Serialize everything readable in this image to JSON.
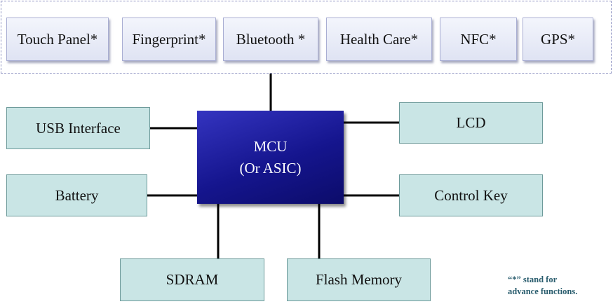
{
  "diagram": {
    "advanced_functions": [
      {
        "id": "touch-panel",
        "label": "Touch Panel*"
      },
      {
        "id": "fingerprint",
        "label": "Fingerprint*"
      },
      {
        "id": "bluetooth",
        "label": "Bluetooth *"
      },
      {
        "id": "health-care",
        "label": "Health Care*"
      },
      {
        "id": "nfc",
        "label": "NFC*"
      },
      {
        "id": "gps",
        "label": "GPS*"
      }
    ],
    "mcu": {
      "line1": "MCU",
      "line2": "(Or ASIC)"
    },
    "modules": {
      "usb_interface": "USB Interface",
      "battery": "Battery",
      "lcd": "LCD",
      "control_key": "Control Key",
      "sdram": "SDRAM",
      "flash_memory": "Flash Memory"
    },
    "note": {
      "line1": "“*” stand for",
      "line2": "advance functions."
    },
    "colors": {
      "mcu_fill": "#15158e",
      "module_fill": "#c9e5e5",
      "advanced_fill": "#e9ecf7",
      "group_border": "#8e93c2",
      "connector": "#000000",
      "note_text": "#2a5d6e"
    }
  }
}
